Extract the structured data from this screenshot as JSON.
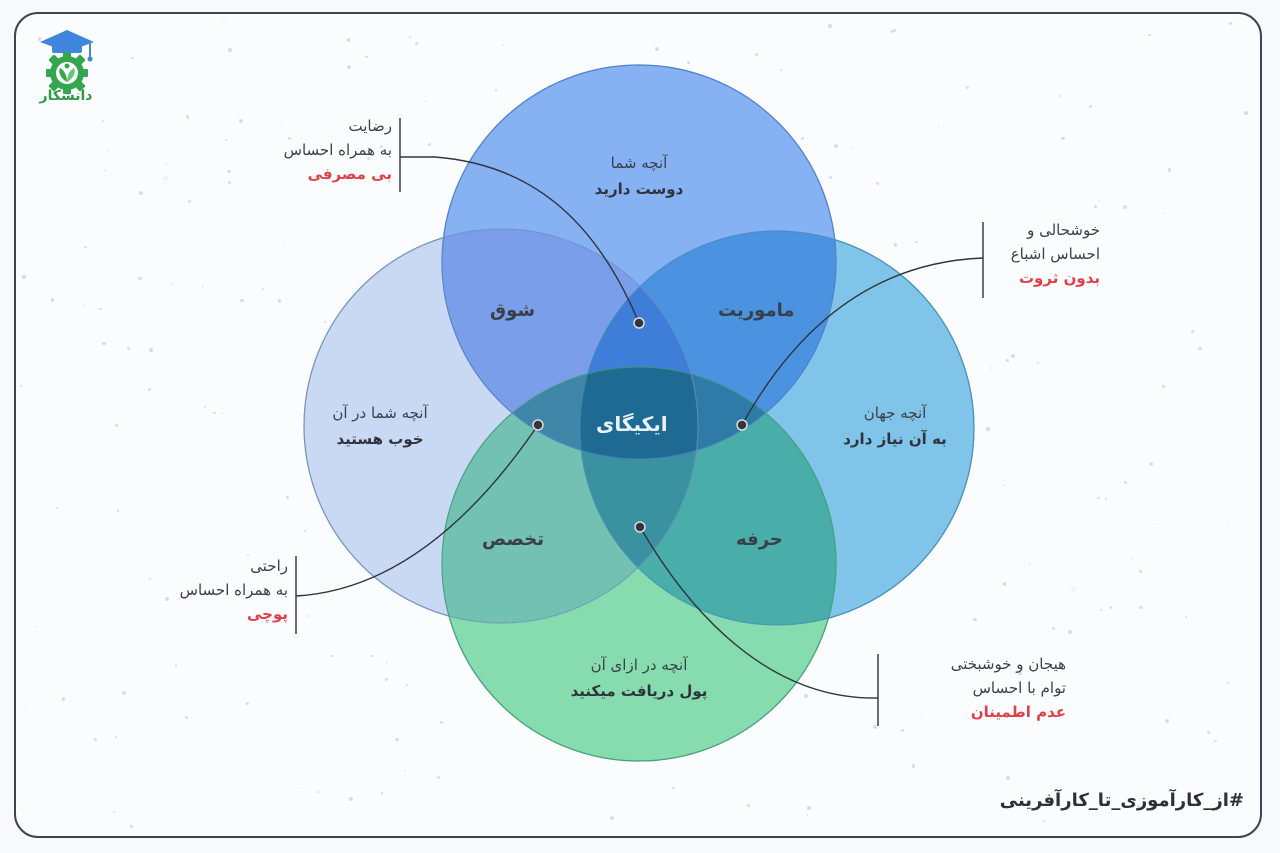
{
  "brand": {
    "logo_text": "دانشکار",
    "logo_icon": "graduation-cap-gear-leaf-icon",
    "colors": {
      "cap": "#3f86dc",
      "gear": "#35a650",
      "text": "#2e9a48"
    }
  },
  "diagram": {
    "title_center": "ایکیگای",
    "circles": [
      {
        "id": "love",
        "line1": "آنچه شما",
        "line2": "دوست دارید",
        "color": "#7aa9f2"
      },
      {
        "id": "good_at",
        "line1": "آنچه شما در آن",
        "line2": "خوب هستید",
        "color": "#c9d8f3"
      },
      {
        "id": "world_needs",
        "line1": "آنچه جهان",
        "line2": "به آن نیاز دارد",
        "color": "#7fc3e8"
      },
      {
        "id": "paid_for",
        "line1": "آنچه در ازای آن",
        "line2": "پول دریافت میکنید",
        "color": "#7fd9a9"
      }
    ],
    "overlaps": {
      "passion": "شوق",
      "mission": "ماموریت",
      "profession": "تخصص",
      "vocation": "حرفه"
    }
  },
  "notes": {
    "top_left": {
      "line1": "رضایت",
      "line2": "به همراه احساس",
      "highlight": "بی مصرفی"
    },
    "top_right": {
      "line1": "خوشحالی و",
      "line2": "احساس اشباع",
      "highlight": "بدون ثروت"
    },
    "bottom_left": {
      "line1": "راحتی",
      "line2": "به همراه احساس",
      "highlight": "پوچی"
    },
    "bottom_right": {
      "line1": "هیجان و خوشبختی",
      "line2": "توام با احساس",
      "highlight": "عدم اطمینان"
    }
  },
  "footer": {
    "hashtag": "#از_کارآموزی_تا_کارآفرینی"
  },
  "colors": {
    "highlight_red": "#e0404a",
    "frame_border": "#3d4452",
    "center": "#1f6a92"
  }
}
